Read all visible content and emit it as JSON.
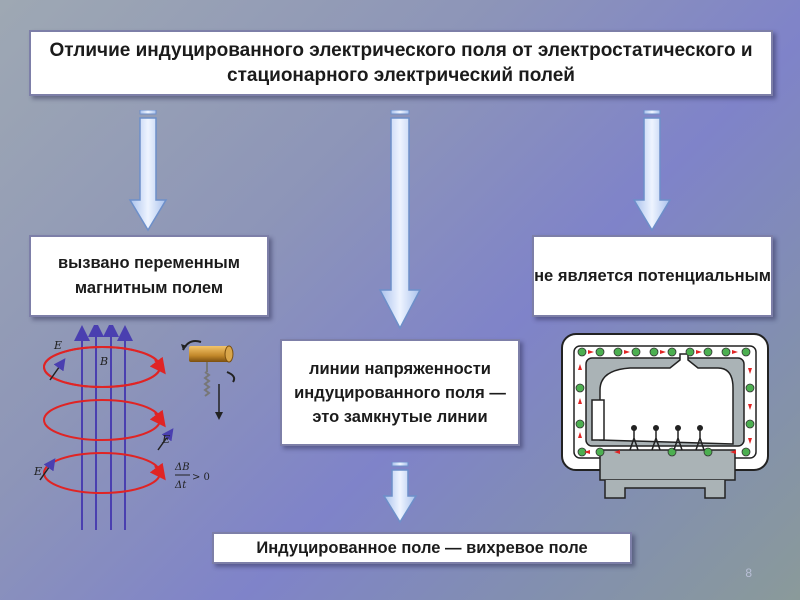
{
  "title": "Отличие индуцированного электрического поля от электростатического и стационарного электрический полей",
  "cause": "вызвано переменным магнитным полем",
  "not_potential": "не является потенциальным",
  "field_lines": "линии напряженности индуцированного поля — это замкнутые линии",
  "conclusion": "Индуцированное поле — вихревое поле",
  "page_number": "8",
  "figure_left": {
    "e_label": "E",
    "b_label": "B",
    "delta_b": "ΔB",
    "delta_t": "Δt",
    "condition": "> 0"
  },
  "colors": {
    "arrow_fill": "#c8d8f4",
    "arrow_edge": "#6d8fc9",
    "box_border": "#7d7fa8",
    "field_red": "#e02424",
    "magnet_blue": "#4a3fb0"
  }
}
